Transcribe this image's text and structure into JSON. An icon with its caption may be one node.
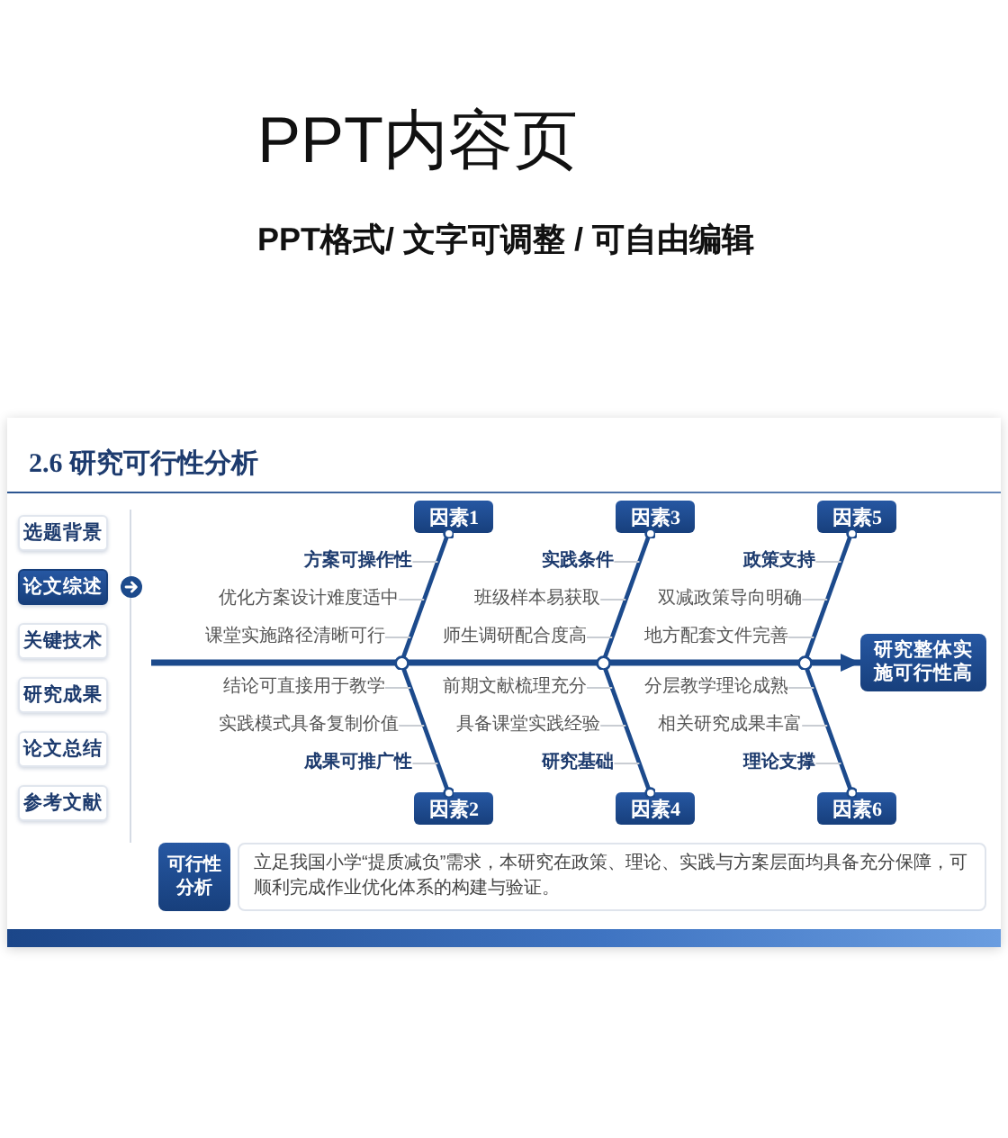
{
  "diagram": {
    "title": "PPT内容页",
    "nodes": [
      {
        "text": [
          "选题背景"
        ]
      },
      {
        "text": [
          "论文综述"
        ]
      },
      {
        "text": [
          "关键技术"
        ]
      },
      {
        "text": [
          "研究成果"
        ]
      },
      {
        "text": [
          "论文总结"
        ]
      },
      {
        "text": [
          "参考文献"
        ]
      },
      {
        "text": [
          "因素1"
        ]
      },
      {
        "text": [
          "因素2"
        ]
      },
      {
        "text": [
          "因素3"
        ]
      },
      {
        "text": [
          "因素4"
        ]
      },
      {
        "text": [
          "因素5"
        ]
      },
      {
        "text": [
          "因素6"
        ]
      },
      {
        "text": [
          "研究整体实施可行性高"
        ]
      },
      {
        "text": [
          "可行性分析"
        ]
      },
      {
        "text": [
          "立足我国小学“提质减负”需求，本研究在政策、理论、实践与方案层面均具备充分保障，可顺利完成作业优化体系的构建与验证。"
        ]
      },
      {
        "text": [
          "方案可操作性"
        ]
      },
      {
        "text": [
          "优化方案设计难度适中"
        ]
      },
      {
        "text": [
          "课堂实施路径清晰可行"
        ]
      },
      {
        "text": [
          "结论可直接用于教学"
        ]
      },
      {
        "text": [
          "实践模式具备复制价值"
        ]
      },
      {
        "text": [
          "成果可推广性"
        ]
      },
      {
        "text": [
          "实践条件"
        ]
      },
      {
        "text": [
          "班级样本易获取"
        ]
      },
      {
        "text": [
          "师生调研配合度高"
        ]
      },
      {
        "text": [
          "前期文献梳理充分"
        ]
      },
      {
        "text": [
          "具备课堂实践经验"
        ]
      },
      {
        "text": [
          "研究基础"
        ]
      },
      {
        "text": [
          "政策支持"
        ]
      },
      {
        "text": [
          "双减政策导向明确"
        ]
      },
      {
        "text": [
          "地方配套文件完善"
        ]
      },
      {
        "text": [
          "分层教学理论成熟"
        ]
      },
      {
        "text": [
          "相关研究成果丰富"
        ]
      },
      {
        "text": [
          "理论支撑"
        ]
      }
    ],
    "edges": [
      {
        "from": null,
        "to": 12,
        "arrow": "to",
        "color": "#1c4a8c"
      },
      {
        "from": 6,
        "to": 12,
        "arrow": "to",
        "color": "#1c4a8c"
      },
      {
        "from": 7,
        "to": 12,
        "arrow": "to",
        "color": "#1c4a8c"
      },
      {
        "from": 8,
        "to": 12,
        "arrow": "to",
        "color": "#1c4a8c"
      },
      {
        "from": 9,
        "to": 12,
        "arrow": "to",
        "color": "#1c4a8c"
      },
      {
        "from": 10,
        "to": 12,
        "arrow": "to",
        "color": "#1c4a8c"
      },
      {
        "from": 11,
        "to": 12,
        "arrow": "to",
        "color": "#1c4a8c"
      },
      {
        "from": 15,
        "to": 12,
        "arrow": "to"
      },
      {
        "from": 16,
        "to": 12,
        "arrow": "to"
      },
      {
        "from": 17,
        "to": 12,
        "arrow": "to"
      },
      {
        "from": 18,
        "to": 12,
        "arrow": "to"
      },
      {
        "from": 19,
        "to": 12,
        "arrow": "to"
      },
      {
        "from": 20,
        "to": 12,
        "arrow": "to"
      },
      {
        "from": 21,
        "to": 12,
        "arrow": "to"
      },
      {
        "from": 22,
        "to": 12,
        "arrow": "to"
      },
      {
        "from": 23,
        "to": 12,
        "arrow": "to"
      },
      {
        "from": 24,
        "to": 12,
        "arrow": "to"
      },
      {
        "from": 25,
        "to": 12,
        "arrow": "to"
      },
      {
        "from": 26,
        "to": 12,
        "arrow": "to"
      },
      {
        "from": 27,
        "to": 12,
        "arrow": "to"
      },
      {
        "from": 28,
        "to": 12,
        "arrow": "to"
      },
      {
        "from": 29,
        "to": 12,
        "arrow": "to"
      },
      {
        "from": 30,
        "to": 12,
        "arrow": "to"
      },
      {
        "from": 31,
        "to": 12,
        "arrow": "to"
      },
      {
        "from": 32,
        "to": 12,
        "arrow": "to"
      }
    ],
    "labels": [
      "PPT格式/ 文字可调整 / 可自由编辑",
      "2.6 研究可行性分析"
    ]
  }
}
